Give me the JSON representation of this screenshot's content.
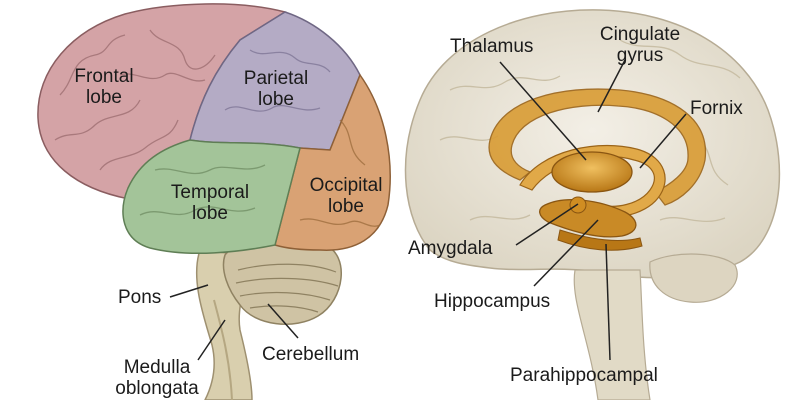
{
  "left_diagram": {
    "regions": {
      "frontal": "Frontal\nlobe",
      "parietal": "Parietal\nlobe",
      "temporal": "Temporal\nlobe",
      "occipital": "Occipital\nlobe"
    },
    "structures": {
      "pons": "Pons",
      "medulla": "Medulla\noblongata",
      "cerebellum": "Cerebellum"
    }
  },
  "right_diagram": {
    "labels": {
      "thalamus": "Thalamus",
      "cingulate": "Cingulate\ngyrus",
      "fornix": "Fornix",
      "amygdala": "Amygdala",
      "hippocampus": "Hippocampus",
      "parahippocampal": "Parahippocampal"
    }
  },
  "colors": {
    "frontal": "#d4a3a6",
    "parietal": "#b4abc5",
    "temporal": "#a3c499",
    "occipital": "#d9a274",
    "brainstem": "#d9cfae",
    "translucent_brain": "#e9e4d8",
    "limbic": "#c98a26"
  }
}
